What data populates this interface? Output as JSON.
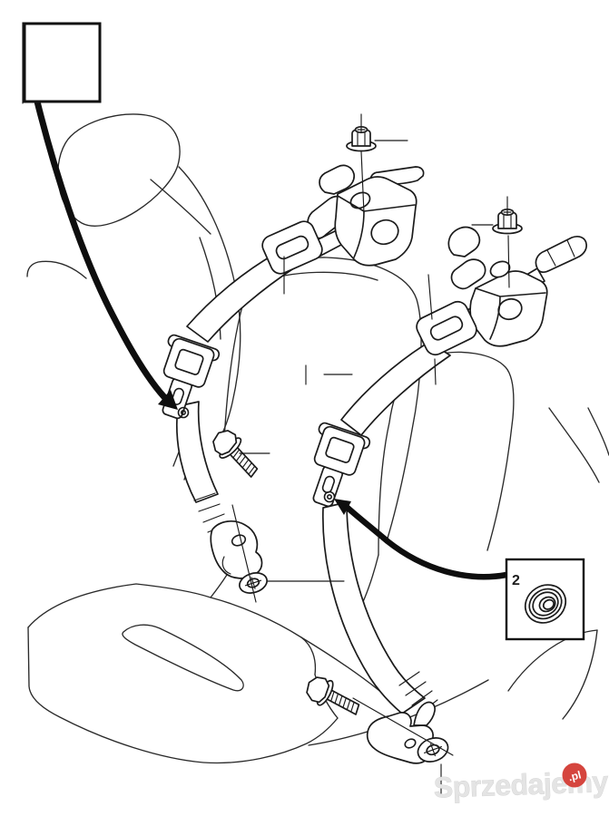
{
  "page": {
    "background_color": "#ffffff"
  },
  "diagram": {
    "line_color": "#1b1b1b",
    "callout_box_1": {
      "label": ""
    },
    "callout_box_2": {
      "label": "2",
      "part": "grommet"
    },
    "seat_parts": [
      "headrest",
      "backrest",
      "center-bolster",
      "right-bolster",
      "bench-cushion"
    ],
    "left_belt_assembly": [
      "flange-nut",
      "retractor-pretensioner",
      "belt-guide-loop",
      "seatbelt-webbing",
      "latch-plate",
      "rivet",
      "flange-bolt",
      "anchor-plate",
      "washer"
    ],
    "right_belt_assembly": [
      "flange-nut",
      "retractor-pretensioner",
      "belt-guide-loop",
      "seatbelt-webbing",
      "latch-plate",
      "rivet",
      "flange-bolt",
      "anchor-bracket",
      "washer"
    ]
  },
  "watermark": {
    "text": "Sprzedajemy",
    "suffix": ".pl",
    "badge_color": "#d5453e",
    "text_color": "#e4e4e4"
  }
}
